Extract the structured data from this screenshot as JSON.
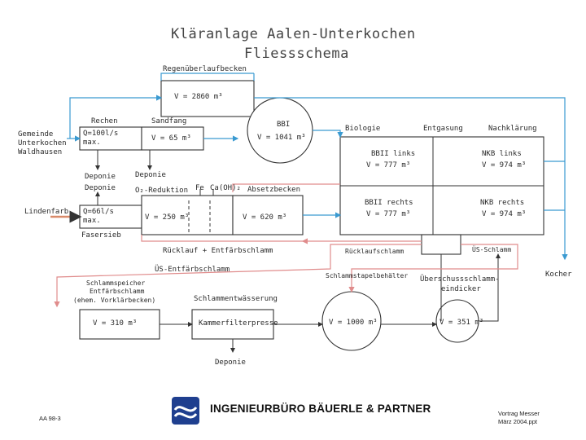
{
  "title": "Kläranlage Aalen-Unterkochen",
  "subtitle": "Fliessschema",
  "nodes": {
    "regenueberlaufbecken": {
      "label": "Regenüberlaufbecken",
      "value": "V = 2860 m³"
    },
    "gemeinde": {
      "line1": "Gemeinde",
      "line2": "Unterkochen",
      "line3": "Waldhausen"
    },
    "rechen": {
      "label": "Rechen",
      "value1": "Q=100l/s",
      "value2": "max."
    },
    "sandfang": {
      "label": "Sandfang",
      "value": "V = 65 m³"
    },
    "bbi": {
      "label": "BBI",
      "value": "V = 1041 m³"
    },
    "deponie_sandfang": "Deponie",
    "deponie_rechen": "Deponie",
    "deponie_faser": "Deponie",
    "lindenfarb": "Lindenfarb",
    "fasersieb": {
      "label": "Fasersieb",
      "value1": "Q=66l/s",
      "value2": "max."
    },
    "o2_reduktion": {
      "label": "O₂-Reduktion",
      "value": "V = 250 m³"
    },
    "fe": "Fe",
    "caoh": "Ca(OH)₂",
    "absetzbecken": {
      "label": "Absetzbecken",
      "value": "V = 620 m³"
    },
    "biologie": "Biologie",
    "entgasung": "Entgasung",
    "nachklaerung": "Nachklärung",
    "bb_links": {
      "label": "BBII links",
      "value": "V = 777 m³"
    },
    "bb_rechts": {
      "label": "BBII rechts",
      "value": "V = 777 m³"
    },
    "nkb_links": {
      "label": "NKB links",
      "value": "V = 974 m³"
    },
    "nkb_rechts": {
      "label": "NKB rechts",
      "value": "V = 974 m³"
    },
    "ruecklaufschlamm": "Rücklaufschlamm",
    "us_schlamm": "ÜS-Schlamm",
    "ruecklauf_entfaerb": "Rücklauf + Entfärbschlamm",
    "us_entfaerb": "ÜS-Entfärbschlamm",
    "schlammstapel": "Schlammstapelbehälter",
    "ueberschuss": {
      "line1": "Überschussschlamm-",
      "line2": "eindicker"
    },
    "kocher": "Kocher",
    "schlammspeicher": {
      "line1": "Schlammspeicher",
      "line2": "Entfärbschlamm",
      "line3": "(ehem. Vorklärbecken)",
      "value": "V = 310 m³"
    },
    "schlammentwaesserung": {
      "label": "Schlammentwässerung",
      "box": "Kammerfilterpresse"
    },
    "stapel_value": "V = 1000 m³",
    "eindicker_value": "V = 351 m³",
    "deponie_final": "Deponie"
  },
  "footer": {
    "left": "AA 98-3",
    "company": "INGENIEURBÜRO BÄUERLE & PARTNER",
    "right_line1": "Vortrag Messer",
    "right_line2": "März 2004.ppt"
  },
  "colors": {
    "water": "#3a9ad1",
    "sludge": "#e7a6a6",
    "industry": "#d98a6a",
    "line": "#333333",
    "logo": "#1f3f8f"
  }
}
